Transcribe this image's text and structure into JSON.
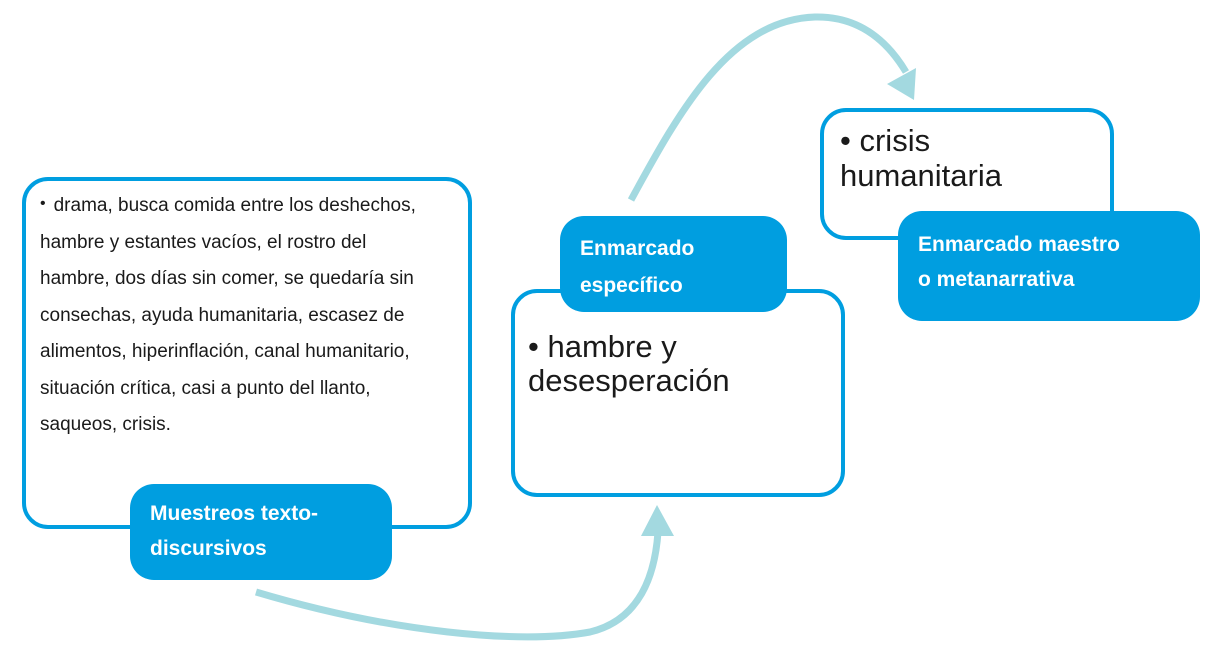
{
  "diagram": {
    "nodes": [
      {
        "id": "muestreos",
        "label_lines": [
          "Muestreos texto-",
          "discursivos"
        ],
        "bullet": "•",
        "content": "drama, busca comida entre los deshechos, hambre y estantes vacíos, el rostro del hambre, dos días sin comer, se quedaría sin consechas, ayuda humanitaria, escasez de alimentos, hiperinflación, canal humanitario, situación crítica, casi a punto del llanto, saqueos, crisis."
      },
      {
        "id": "especifico",
        "label_lines": [
          "Enmarcado",
          "específico"
        ],
        "bullet": "•",
        "content": "hambre y desesperación"
      },
      {
        "id": "maestro",
        "label_lines": [
          "Enmarcado maestro",
          "o metanarrativa"
        ],
        "bullet": "•",
        "content": "crisis humanitaria"
      }
    ],
    "edges": [
      {
        "from": "muestreos",
        "to": "especifico"
      },
      {
        "from": "especifico",
        "to": "maestro"
      }
    ]
  },
  "colors": {
    "box_border": "#009ee0",
    "label_fill": "#009ee0",
    "label_text": "#ffffff",
    "arrow": "#a3d9e0",
    "body_text": "#1a1a1a"
  }
}
